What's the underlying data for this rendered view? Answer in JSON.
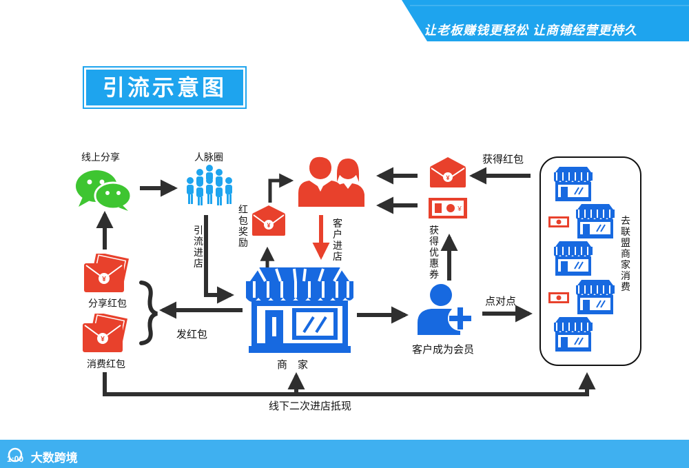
{
  "header": {
    "slogan": "让老板赚钱更轻松 让商铺经营更持久",
    "banner_color": "#1ea4ee"
  },
  "title": "引流示意图",
  "nodes": {
    "online_share": "线上分享",
    "network": "人脉圈",
    "share_redpacket": "分享红包",
    "consume_redpacket": "消费红包",
    "send_redpacket": "发红包",
    "merchant": "商　家",
    "redpacket_reward": "红包奖励",
    "customer_visit": "客户进店",
    "attract_visit": "引流进店",
    "get_redpacket": "获得红包",
    "get_coupon": "获得优惠券",
    "become_member": "客户成为会员",
    "point_to_point": "点对点",
    "alliance_spend": "去联盟商家消费",
    "offline_cashback": "线下二次进店抵现"
  },
  "footer": {
    "brand": "大数跨境",
    "logo_text": "1:00"
  },
  "colors": {
    "blue": "#1769e0",
    "red": "#e8412c",
    "green": "#3ec531",
    "dark": "#2b2b2b",
    "arrow": "#2f2f2f"
  }
}
